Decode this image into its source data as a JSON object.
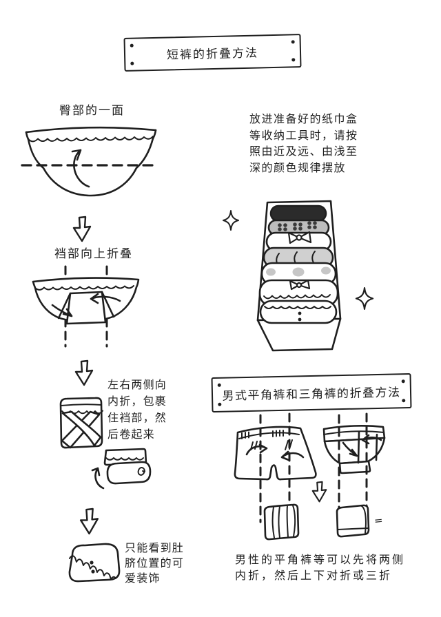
{
  "colors": {
    "ink": "#1f1f1f",
    "paper": "#ffffff",
    "roll-dark": "#2b2b2b",
    "roll-gray": "#bdbdbd",
    "roll-light": "#d0d0d0"
  },
  "titles": {
    "shorts": "短裤的折叠方法",
    "mens": "男式平角裤和三角裤的折叠方法"
  },
  "labels": {
    "step1": "臀部的一面",
    "step2": "裆部向上折叠",
    "step3": "左右两侧向内折，包裹住裆部，然后卷起来",
    "step4": "只能看到肚脐位置的可爱装饰",
    "storage": "放进准备好的纸巾盒等收纳工具时，请按照由近及远、由浅至深的颜色规律摆放",
    "mens_note": "男性的平角裤等可以先将两侧内折，然后上下对折或三折",
    "etc_mark": "="
  }
}
